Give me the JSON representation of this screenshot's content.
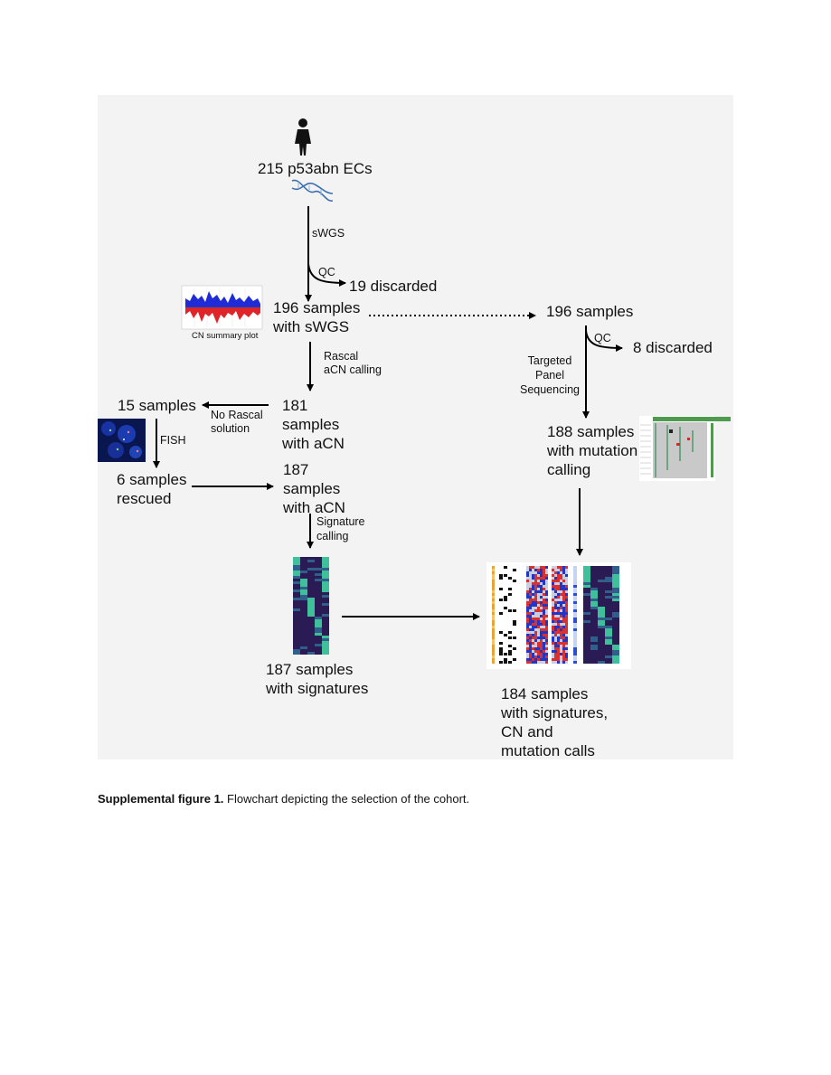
{
  "nodes": {
    "start": "215 p53abn ECs",
    "discard1": "19 discarded",
    "swgs_line1": "196 samples",
    "swgs_line2": "with sWGS",
    "cn_plot_label": "CN summary plot",
    "right_196": "196 samples",
    "discard2": "8 discarded",
    "acn_181_line1": "181",
    "acn_181_line2": "samples",
    "acn_181_line3": "with aCN",
    "fifteen": "15 samples",
    "rescued_line1": "6 samples",
    "rescued_line2": "rescued",
    "acn_187_line1": "187",
    "acn_187_line2": "samples",
    "acn_187_line3": "with aCN",
    "mut_line1": "188 samples",
    "mut_line2": "with mutation",
    "mut_line3": "calling",
    "sig_line1": "187 samples",
    "sig_line2": "with signatures",
    "final_line1": "184 samples",
    "final_line2": "with signatures,",
    "final_line3": "CN and",
    "final_line4": "mutation calls"
  },
  "edges": {
    "swgs": "sWGS",
    "qc1": "QC",
    "rascal_line1": "Rascal",
    "rascal_line2": "aCN calling",
    "qc2": "QC",
    "tps_line1": "Targeted",
    "tps_line2": "Panel",
    "tps_line3": "Sequencing",
    "norascal_line1": "No Rascal",
    "norascal_line2": "solution",
    "fish": "FISH",
    "sig_line1": "Signature",
    "sig_line2": "calling"
  },
  "caption": {
    "label": "Supplemental figure 1.",
    "text": " Flowchart depicting the selection of the cohort."
  },
  "colors": {
    "panel": "#f3f3f3",
    "arrow": "#000000",
    "cn_gain": "#1f2bd6",
    "cn_loss": "#e0252a",
    "heat_low": "#2b1b55",
    "heat_mid": "#2f5f8a",
    "heat_high": "#3fbf9a",
    "fish_bg": "#0a1650"
  }
}
